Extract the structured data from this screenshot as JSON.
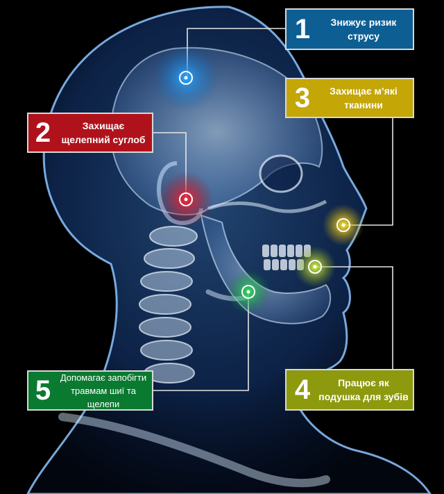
{
  "labels": [
    {
      "num": "1",
      "text": "Знижує ризик\nструсу",
      "color": "#0d5e93"
    },
    {
      "num": "2",
      "text": "Захищає\nщелепний суглоб",
      "color": "#b0121b"
    },
    {
      "num": "3",
      "text": "Захищає м’які\nтканини",
      "color": "#c4a606"
    },
    {
      "num": "4",
      "text": "Працює як\nподушка для зубів",
      "color": "#8d9a0d"
    },
    {
      "num": "5",
      "text": "Допомагає запобігти\nтравмам шиї та\nщелепи",
      "color": "#0a7a30"
    }
  ],
  "markers": [
    {
      "name": "brain-marker",
      "color": "#1f8fe0"
    },
    {
      "name": "jaw-joint-marker",
      "color": "#e01828"
    },
    {
      "name": "soft-tissue-marker",
      "color": "#f2d21a"
    },
    {
      "name": "teeth-marker",
      "color": "#c7e035"
    },
    {
      "name": "neck-marker",
      "color": "#22c04a"
    }
  ]
}
